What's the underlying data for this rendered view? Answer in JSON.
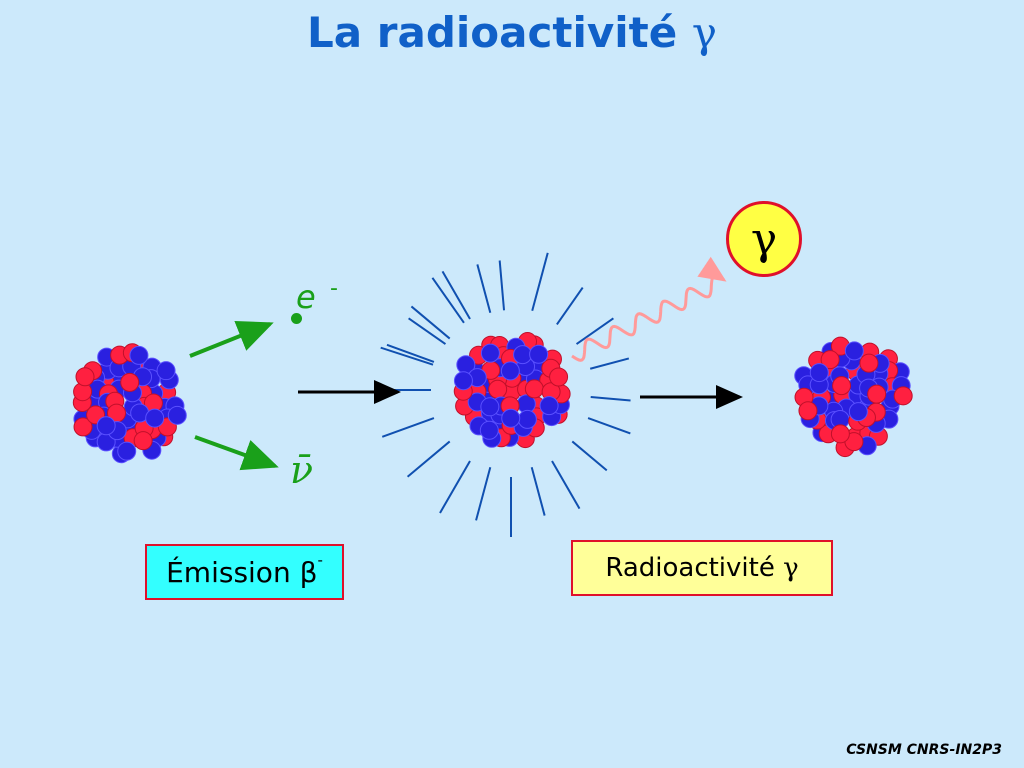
{
  "title": {
    "text": "La radioactivité",
    "symbol": "γ"
  },
  "labels": {
    "electron": "e",
    "electron_charge": "-",
    "antineutrino": "ν̄",
    "gamma_photon": "γ"
  },
  "boxes": {
    "beta_emission": {
      "text": "Émission β",
      "superscript": "-"
    },
    "gamma_radioactivity": {
      "text": "Radioactivité",
      "symbol": "γ"
    }
  },
  "credit": "CSNSM CNRS-IN2P3",
  "colors": {
    "background": "#cce9fb",
    "title": "#1060c8",
    "proton": "#ff2040",
    "neutron": "#2a20e0",
    "particle_arrow": "#1aa01a",
    "excitation_rays": "#1050b0",
    "photon_wave": "#ff9a9a",
    "box_beta_fill": "#33ffff",
    "box_gamma_fill": "#ffff99",
    "box_border": "#e0102a"
  }
}
